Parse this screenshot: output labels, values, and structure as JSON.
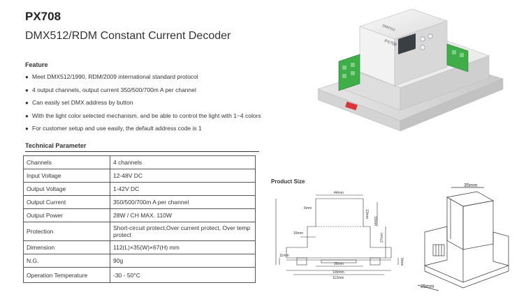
{
  "header": {
    "model": "PX708",
    "subtitle": "DMX512/RDM Constant Current Decoder"
  },
  "feature": {
    "title": "Feature",
    "items": [
      "Meet DMX512/1990, RDM/2009 international standard protocol",
      "4 output channels, output current 350/500/700m A per channel",
      "Can easily set DMX address by button",
      "With the light color selected mechanism, and be able to control the light with 1~4 colors",
      "For customer setup and use easily, the default address code is 1"
    ]
  },
  "technical": {
    "title": "Technical Parameter",
    "rows": [
      {
        "label": "Channels",
        "value": "4 channels"
      },
      {
        "label": "Input Voltage",
        "value": "12-48V DC"
      },
      {
        "label": "Output Voltage",
        "value": "1-42V DC"
      },
      {
        "label": "Output Current",
        "value": "350/500/700m  A per channel"
      },
      {
        "label": "Output Power",
        "value": "28W / CH    MAX.  110W"
      },
      {
        "label": "Protection",
        "value": "Short-circuit protect,Over current protect, Over temp protect"
      },
      {
        "label": "Dimension",
        "value": "112(L)×35(W)×67(H) mm"
      },
      {
        "label": "N.G.",
        "value": "90g"
      },
      {
        "label": "Operation Temperature",
        "value": "-30 - 50°C"
      }
    ]
  },
  "product_size": {
    "title": "Product Size",
    "dims": {
      "d44": "44mm",
      "d6": "6mm",
      "d13": "13mm",
      "d16": "16mm",
      "d67": "67mm",
      "d31": "31mm",
      "d27": "27mm",
      "d11": "11mm",
      "d35": "35mm",
      "d100": "100mm",
      "d112": "112mm",
      "d6b": "6mm",
      "iso35": "35mm",
      "iso25": "25mm"
    }
  },
  "device_label": {
    "line1": "DMX512",
    "line2": "PX708"
  },
  "colors": {
    "terminal_green": "#3fae49",
    "dip_red": "#d9343a",
    "housing": "#eeeeee"
  }
}
